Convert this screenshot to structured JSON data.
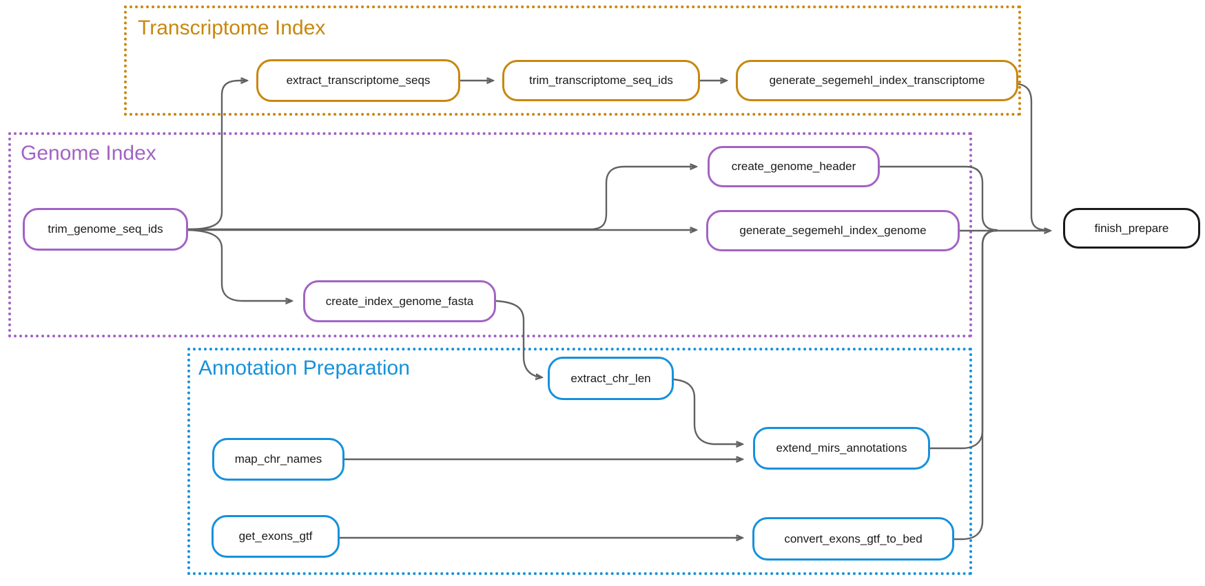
{
  "diagram": {
    "groups": [
      {
        "id": "transcriptome",
        "title": "Transcriptome Index",
        "color": "#C8870E"
      },
      {
        "id": "genome",
        "title": "Genome Index",
        "color": "#A263C4"
      },
      {
        "id": "annotation",
        "title": "Annotation Preparation",
        "color": "#1591DC"
      }
    ],
    "nodes": [
      {
        "label": "extract_transcriptome_seqs",
        "group": "transcriptome"
      },
      {
        "label": "trim_transcriptome_seq_ids",
        "group": "transcriptome"
      },
      {
        "label": "generate_segemehl_index_transcriptome",
        "group": "transcriptome"
      },
      {
        "label": "trim_genome_seq_ids",
        "group": "genome"
      },
      {
        "label": "create_genome_header",
        "group": "genome"
      },
      {
        "label": "generate_segemehl_index_genome",
        "group": "genome"
      },
      {
        "label": "create_index_genome_fasta",
        "group": "genome"
      },
      {
        "label": "extract_chr_len",
        "group": "annotation"
      },
      {
        "label": "map_chr_names",
        "group": "annotation"
      },
      {
        "label": "extend_mirs_annotations",
        "group": "annotation"
      },
      {
        "label": "get_exons_gtf",
        "group": "annotation"
      },
      {
        "label": "convert_exons_gtf_to_bed",
        "group": "annotation"
      },
      {
        "label": "finish_prepare",
        "group": null
      }
    ],
    "edges": [
      [
        "trim_genome_seq_ids",
        "extract_transcriptome_seqs"
      ],
      [
        "trim_genome_seq_ids",
        "create_genome_header"
      ],
      [
        "trim_genome_seq_ids",
        "generate_segemehl_index_genome"
      ],
      [
        "trim_genome_seq_ids",
        "create_index_genome_fasta"
      ],
      [
        "extract_transcriptome_seqs",
        "trim_transcriptome_seq_ids"
      ],
      [
        "trim_transcriptome_seq_ids",
        "generate_segemehl_index_transcriptome"
      ],
      [
        "generate_segemehl_index_transcriptome",
        "finish_prepare"
      ],
      [
        "create_genome_header",
        "finish_prepare"
      ],
      [
        "generate_segemehl_index_genome",
        "finish_prepare"
      ],
      [
        "create_index_genome_fasta",
        "extract_chr_len"
      ],
      [
        "extract_chr_len",
        "extend_mirs_annotations"
      ],
      [
        "map_chr_names",
        "extend_mirs_annotations"
      ],
      [
        "extend_mirs_annotations",
        "finish_prepare"
      ],
      [
        "get_exons_gtf",
        "convert_exons_gtf_to_bed"
      ],
      [
        "convert_exons_gtf_to_bed",
        "finish_prepare"
      ]
    ],
    "colors": {
      "transcriptome_accent": "#C8870E",
      "genome_accent": "#A263C4",
      "annotation_accent": "#1591DC",
      "edge": "#616161",
      "node_text": "#1a1a1a",
      "final_node_border": "#1a1a1a",
      "background": "#ffffff"
    }
  }
}
